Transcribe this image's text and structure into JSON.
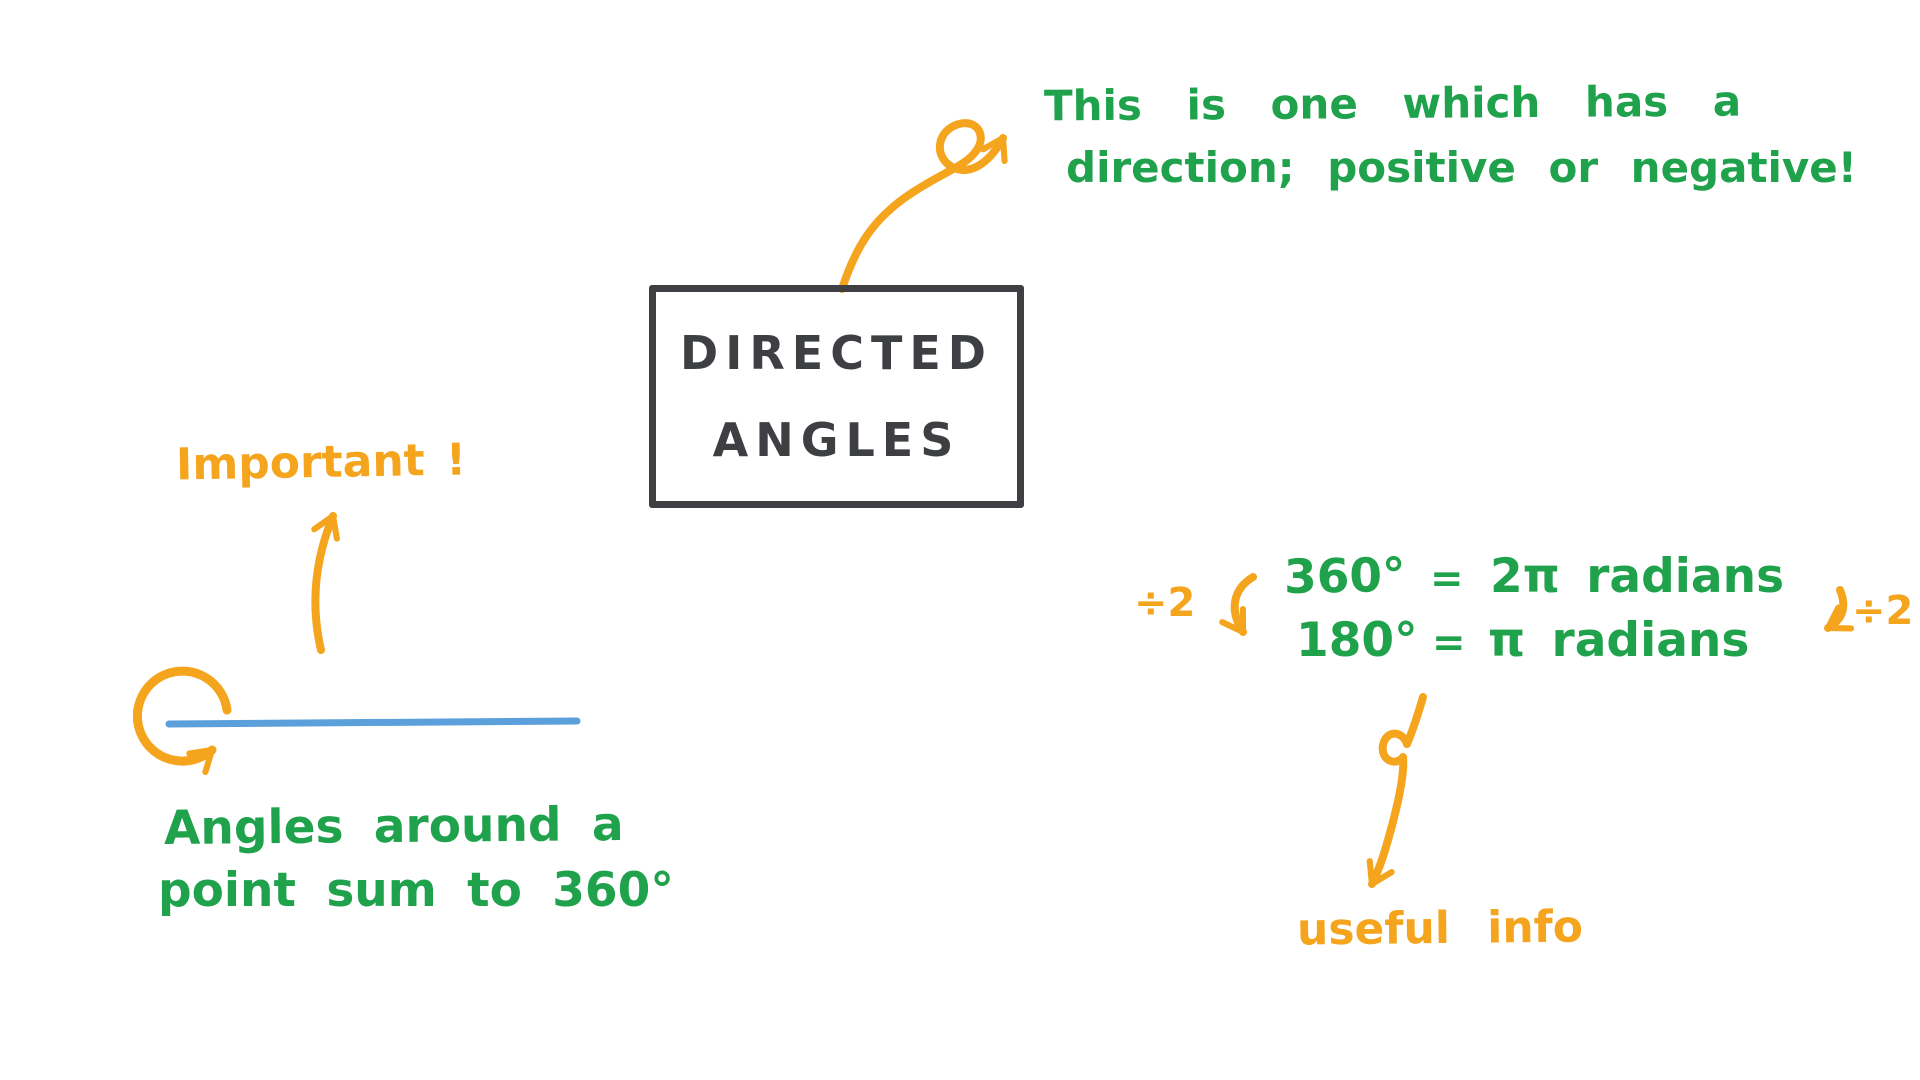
{
  "colors": {
    "green": "#1fa24b",
    "orange": "#f5a41d",
    "ink": "#3d3f42",
    "blue": "#5b9fdb",
    "background": "#ffffff"
  },
  "top_annotation": {
    "line1": "This is one which has a",
    "line2": "direction; positive or negative!"
  },
  "title_box": {
    "line1": "DIRECTED",
    "line2": "ANGLES"
  },
  "important": {
    "label": "Important !"
  },
  "point_note": {
    "line1": "Angles around a",
    "line2": "point sum to 360°"
  },
  "conversion": {
    "left_operation": "÷2",
    "right_operation": "÷2",
    "rows": [
      {
        "degrees": "360°",
        "equals": "=",
        "radians": "2π radians"
      },
      {
        "degrees": "180°",
        "equals": "=",
        "radians": "π radians"
      }
    ]
  },
  "useful_note": {
    "label": "useful info"
  }
}
